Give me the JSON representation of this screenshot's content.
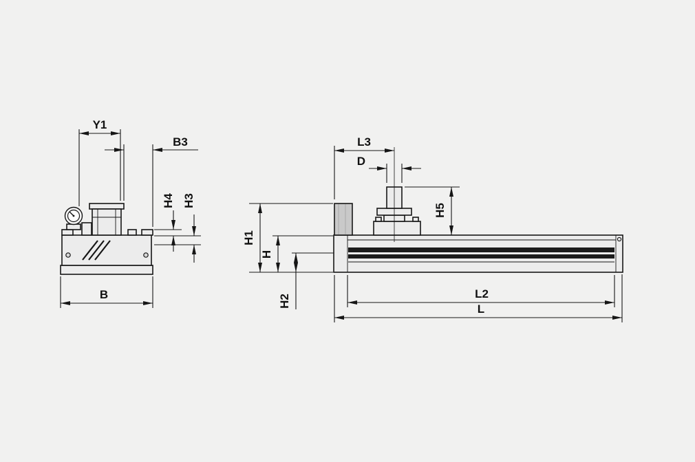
{
  "drawing": {
    "kind": "technical-dimension-drawing",
    "description": "Two orthographic views of a linear actuator unit: end view (left) with hand crank and clamp block, side view (right) with long guide rail, motor block and carriage with shaft."
  },
  "labels": {
    "y1": "Y1",
    "b3": "B3",
    "h4": "H4",
    "h3": "H3",
    "b": "B",
    "l3": "L3",
    "d": "D",
    "h5": "H5",
    "h1": "H1",
    "h": "H",
    "h2": "H2",
    "l2": "L2",
    "l": "L"
  },
  "colors": {
    "background": "#f1f1f0",
    "line": "#161616",
    "part_fill": "#ececec",
    "slot_fill": "#1b1b1b",
    "motor_fill": "#c9c9c9"
  }
}
